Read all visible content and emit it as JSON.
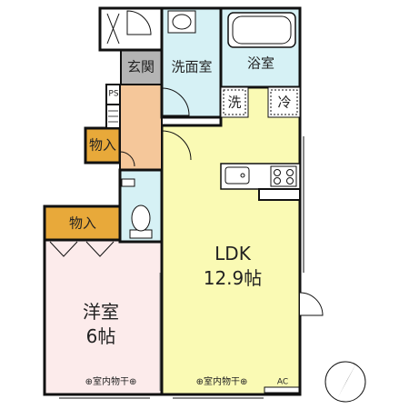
{
  "plan": {
    "rooms": {
      "genkan": "玄関",
      "senmen": "洗面室",
      "yokushitsu": "浴室",
      "sentaku": "洗",
      "reizouko": "冷",
      "ps": "PS",
      "monoire_upper": "物入",
      "monoire_lower": "物入",
      "ldk_name": "LDK",
      "ldk_size": "12.9帖",
      "yoshitsu_name": "洋室",
      "yoshitsu_size": "6帖"
    },
    "labels": {
      "indoor_dry_left": "⊕室内物干⊕",
      "indoor_dry_right": "⊕室内物干⊕",
      "ac": "AC"
    },
    "colors": {
      "ldk_floor": "#fafab4",
      "yoshitsu_floor": "#fcebeb",
      "wet_floor": "#d6f1f5",
      "hall_floor": "#f5c79a",
      "genkan_floor": "#b4b4b4",
      "storage_floor": "#e8a93a",
      "wall": "#111111"
    },
    "icons": [
      "north-arrow-icon",
      "kitchen-sink-icon",
      "stove-icon",
      "bathtub-icon",
      "toilet-icon",
      "washbasin-icon"
    ]
  }
}
